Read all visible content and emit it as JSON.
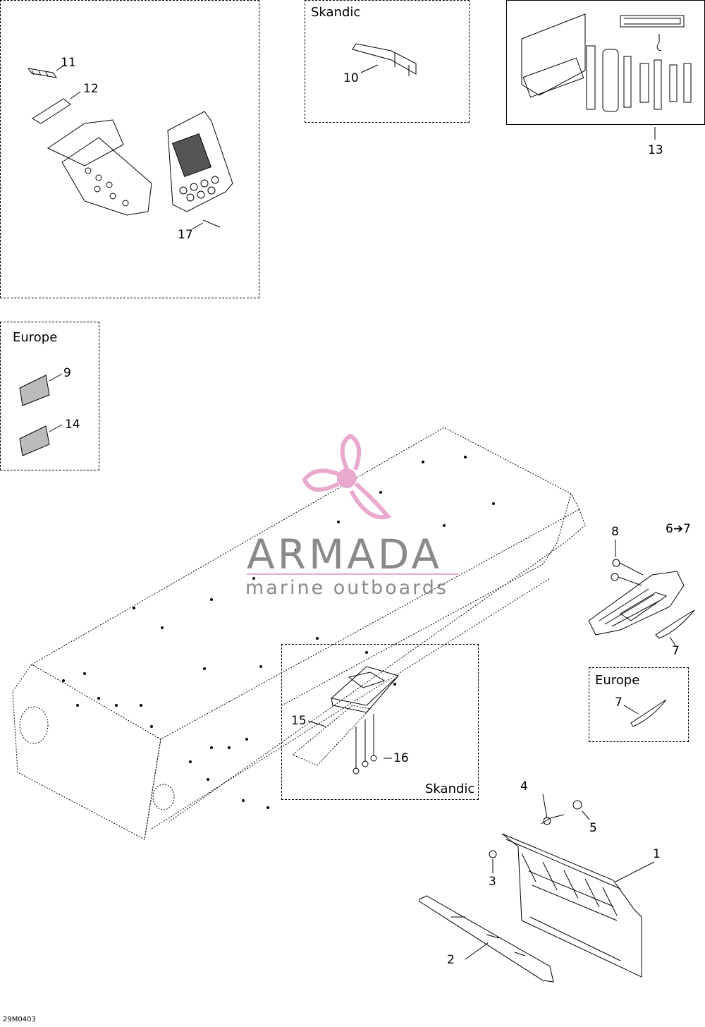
{
  "frames": {
    "top_left": {},
    "skandic_top": {
      "title": "Skandic"
    },
    "tools": {},
    "europe_left": {
      "title": "Europe"
    },
    "europe_right": {
      "title": "Europe"
    },
    "skandic_center": {
      "title": "Skandic"
    }
  },
  "callouts": {
    "c1": "1",
    "c2": "2",
    "c3": "3",
    "c4": "4",
    "c5": "5",
    "c6_7": "6➔7",
    "c7a": "7",
    "c7b": "7",
    "c8": "8",
    "c9": "9",
    "c10": "10",
    "c11": "11",
    "c12": "12",
    "c13": "13",
    "c14": "14",
    "c15": "15",
    "c16": "16",
    "c17": "17"
  },
  "watermark": {
    "brand": "ARMADA",
    "tagline": "marine outboards",
    "brand_color": "#e9a9cf",
    "text_color": "#8a8a8a"
  },
  "diagram_code": "29M0403"
}
